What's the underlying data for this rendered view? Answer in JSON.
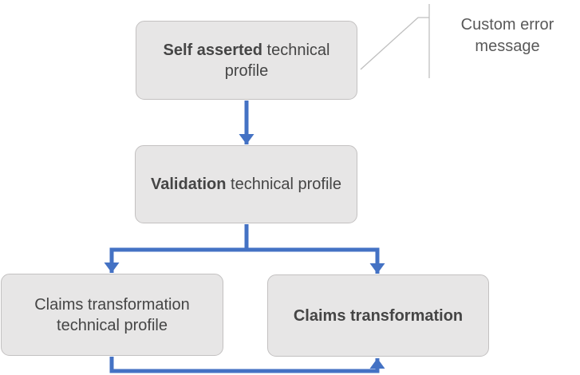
{
  "diagram": {
    "nodes": {
      "self_asserted": {
        "bold": "Self asserted",
        "rest": " technical profile"
      },
      "validation": {
        "bold": "Validation",
        "rest": " technical profile"
      },
      "claims_tp": {
        "bold": "",
        "rest": "Claims transformation technical profile"
      },
      "claims_transformation": {
        "bold": "Claims transformation",
        "rest": ""
      }
    },
    "callout": {
      "label": "Custom error message"
    },
    "colors": {
      "arrow": "#4472C4",
      "node_fill": "#E7E6E6",
      "node_border": "#C3C1C1",
      "node_text": "#454545",
      "callout_text": "#595959",
      "callout_line": "#BFBFBF",
      "background": "#FFFFFF"
    }
  }
}
